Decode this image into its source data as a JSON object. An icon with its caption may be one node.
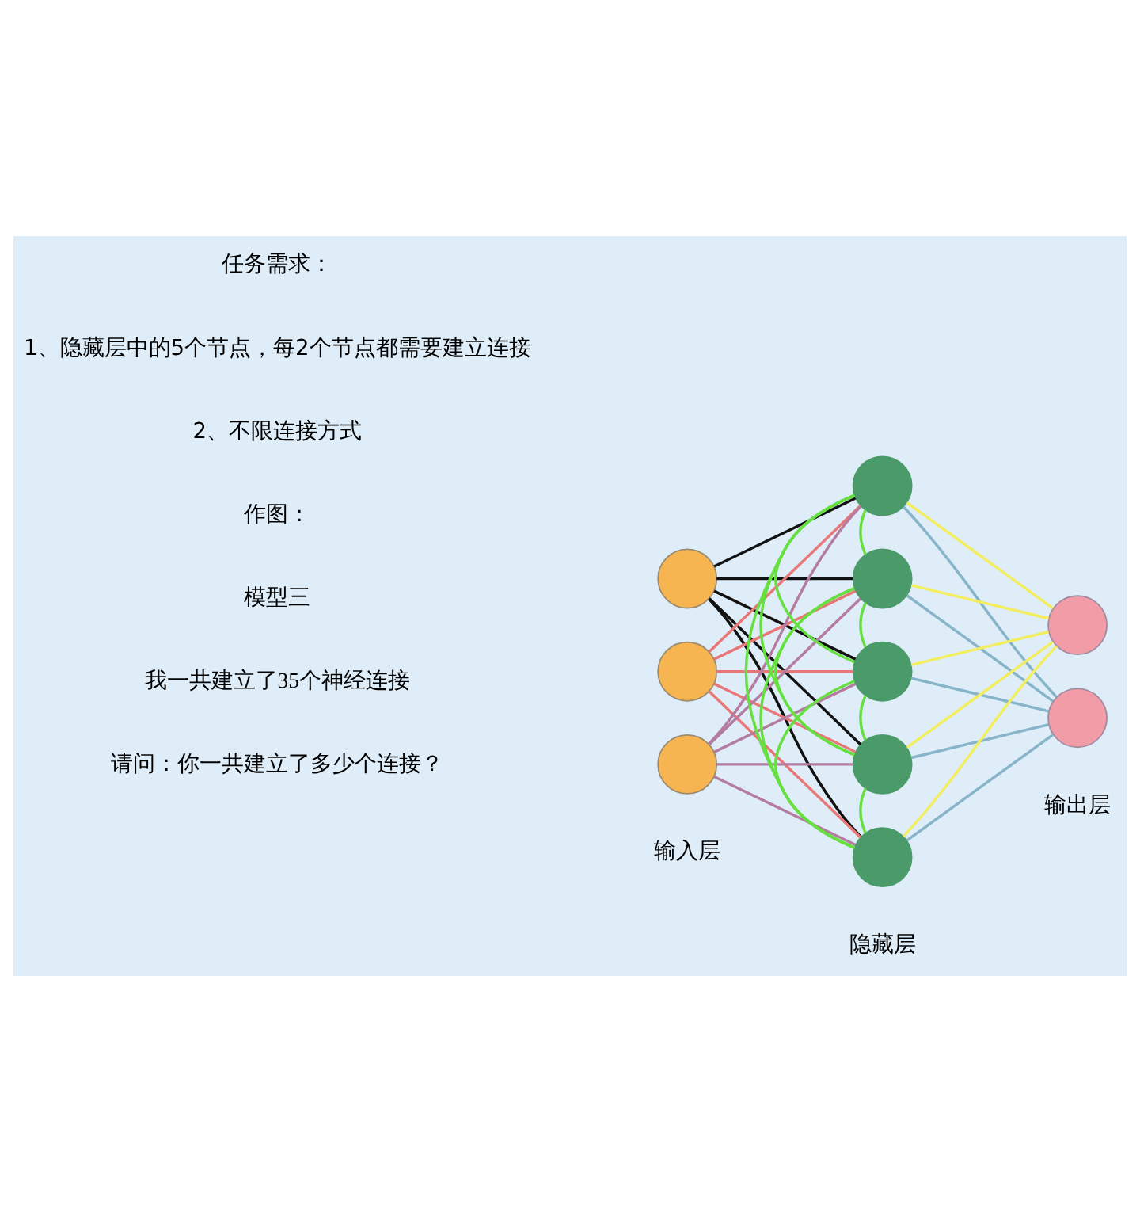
{
  "diagram": {
    "nodes": [
      {
        "text": [],
        "shape": "circle"
      },
      {
        "text": [],
        "shape": "circle"
      },
      {
        "text": [],
        "shape": "circle"
      },
      {
        "text": [],
        "shape": "circle"
      },
      {
        "text": [],
        "shape": "circle"
      },
      {
        "text": [],
        "shape": "circle"
      },
      {
        "text": [],
        "shape": "circle"
      },
      {
        "text": [],
        "shape": "circle"
      },
      {
        "text": [],
        "shape": "circle"
      },
      {
        "text": [],
        "shape": "circle"
      }
    ],
    "edges": [
      {
        "from": 0,
        "to": 3,
        "arrow": "none",
        "color": "#111111"
      },
      {
        "from": 0,
        "to": 4,
        "arrow": "none",
        "color": "#111111"
      },
      {
        "from": 0,
        "to": 5,
        "arrow": "none",
        "color": "#111111"
      },
      {
        "from": 0,
        "to": 6,
        "arrow": "none",
        "color": "#111111"
      },
      {
        "from": 0,
        "to": 7,
        "arrow": "none",
        "color": "#111111"
      },
      {
        "from": 1,
        "to": 3,
        "arrow": "none",
        "color": "#e87878"
      },
      {
        "from": 1,
        "to": 4,
        "arrow": "none",
        "color": "#e87878"
      },
      {
        "from": 1,
        "to": 5,
        "arrow": "none",
        "color": "#e87878"
      },
      {
        "from": 1,
        "to": 6,
        "arrow": "none",
        "color": "#e87878"
      },
      {
        "from": 1,
        "to": 7,
        "arrow": "none",
        "color": "#e87878"
      },
      {
        "from": 2,
        "to": 3,
        "arrow": "none",
        "color": "#b47ca0"
      },
      {
        "from": 2,
        "to": 4,
        "arrow": "none",
        "color": "#b47ca0"
      },
      {
        "from": 2,
        "to": 5,
        "arrow": "none",
        "color": "#b47ca0"
      },
      {
        "from": 2,
        "to": 6,
        "arrow": "none",
        "color": "#b47ca0"
      },
      {
        "from": 2,
        "to": 7,
        "arrow": "none",
        "color": "#b47ca0"
      },
      {
        "from": 3,
        "to": 4,
        "arrow": "none",
        "color": "#66e040"
      },
      {
        "from": 3,
        "to": 5,
        "arrow": "none",
        "color": "#66e040"
      },
      {
        "from": 3,
        "to": 6,
        "arrow": "none",
        "color": "#66e040"
      },
      {
        "from": 3,
        "to": 7,
        "arrow": "none",
        "color": "#66e040"
      },
      {
        "from": 4,
        "to": 5,
        "arrow": "none",
        "color": "#66e040"
      },
      {
        "from": 4,
        "to": 6,
        "arrow": "none",
        "color": "#66e040"
      },
      {
        "from": 4,
        "to": 7,
        "arrow": "none",
        "color": "#66e040"
      },
      {
        "from": 5,
        "to": 6,
        "arrow": "none",
        "color": "#66e040"
      },
      {
        "from": 5,
        "to": 7,
        "arrow": "none",
        "color": "#66e040"
      },
      {
        "from": 6,
        "to": 7,
        "arrow": "none",
        "color": "#66e040"
      },
      {
        "from": 3,
        "to": 8,
        "arrow": "none",
        "color": "#f2ee60"
      },
      {
        "from": 4,
        "to": 8,
        "arrow": "none",
        "color": "#f2ee60"
      },
      {
        "from": 5,
        "to": 8,
        "arrow": "none",
        "color": "#f2ee60"
      },
      {
        "from": 6,
        "to": 8,
        "arrow": "none",
        "color": "#f2ee60"
      },
      {
        "from": 7,
        "to": 8,
        "arrow": "none",
        "color": "#f2ee60"
      },
      {
        "from": 3,
        "to": 9,
        "arrow": "none",
        "color": "#86b4c8"
      },
      {
        "from": 4,
        "to": 9,
        "arrow": "none",
        "color": "#86b4c8"
      },
      {
        "from": 5,
        "to": 9,
        "arrow": "none",
        "color": "#86b4c8"
      },
      {
        "from": 6,
        "to": 9,
        "arrow": "none",
        "color": "#86b4c8"
      },
      {
        "from": 7,
        "to": 9,
        "arrow": "none",
        "color": "#86b4c8"
      }
    ],
    "labels": [
      "任务需求：",
      "1、隐藏层中的5个节点，每2个节点都需要建立连接",
      "2、不限连接方式",
      "作图：",
      "模型三",
      "输入层",
      "隐藏层",
      "输出层",
      "我一共建立了35个神经连接",
      "请问：你一共建立了多少个连接？"
    ]
  }
}
